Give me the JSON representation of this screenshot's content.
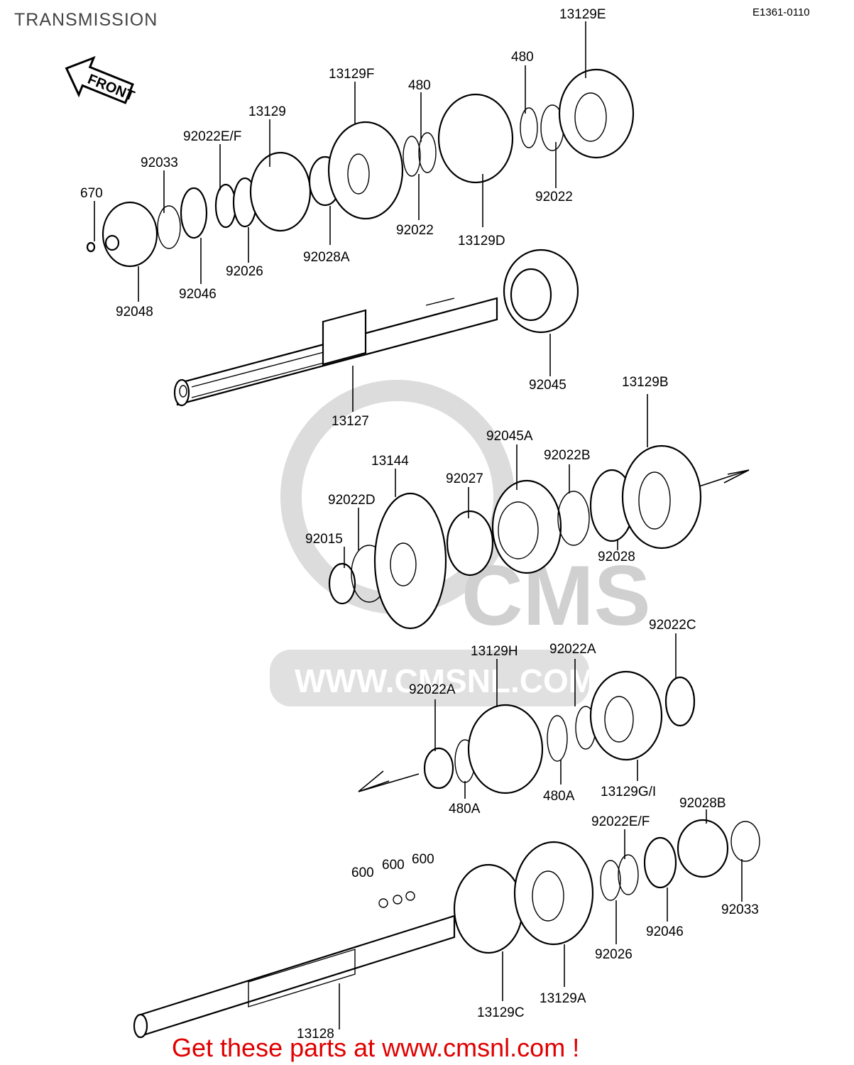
{
  "header": {
    "title": "TRANSMISSION",
    "diagram_code": "E1361-0110"
  },
  "direction_arrow": {
    "label": "FRONT"
  },
  "watermark": {
    "url": "WWW.CMSNL.COM",
    "logo": "CMS"
  },
  "callouts": [
    "13129E",
    "480",
    "13129F",
    "480",
    "13129",
    "92022E/F",
    "92033",
    "670",
    "92022",
    "92022",
    "13129D",
    "92028A",
    "92026",
    "92046",
    "92048",
    "92045",
    "13127",
    "13129B",
    "92045A",
    "92022B",
    "13144",
    "92027",
    "92022D",
    "92015",
    "92028",
    "92022C",
    "13129H",
    "92022A",
    "92022A",
    "480A",
    "480A",
    "13129G/I",
    "92028B",
    "92022E/F",
    "600",
    "600",
    "600",
    "92033",
    "92046",
    "92026",
    "13129A",
    "13129C",
    "13128"
  ],
  "footer": {
    "promo": "Get these parts at www.cmsnl.com !"
  },
  "colors": {
    "promo_text": "#e00000",
    "title_text": "#444444",
    "watermark": "#d8d8d8"
  }
}
